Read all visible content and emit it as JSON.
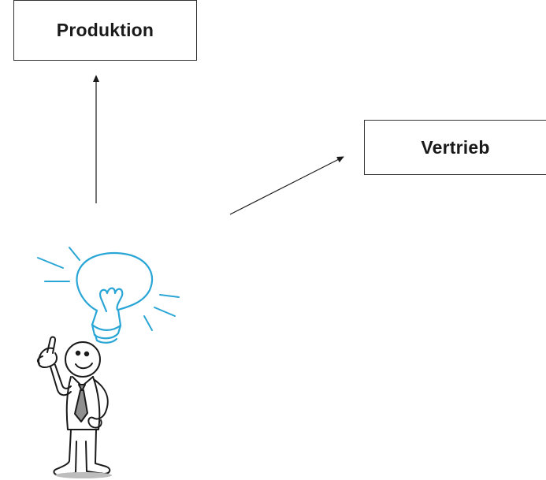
{
  "diagram": {
    "nodes": [
      {
        "id": "produktion",
        "label": "Produktion"
      },
      {
        "id": "vertrieb",
        "label": "Vertrieb"
      }
    ],
    "edges": [
      {
        "from": "idea-figure",
        "to": "produktion"
      },
      {
        "from": "idea-figure",
        "to": "vertrieb"
      }
    ],
    "illustration": {
      "icon": "person-with-lightbulb-idea-icon",
      "bulb_color": "#2aa6d6"
    }
  }
}
